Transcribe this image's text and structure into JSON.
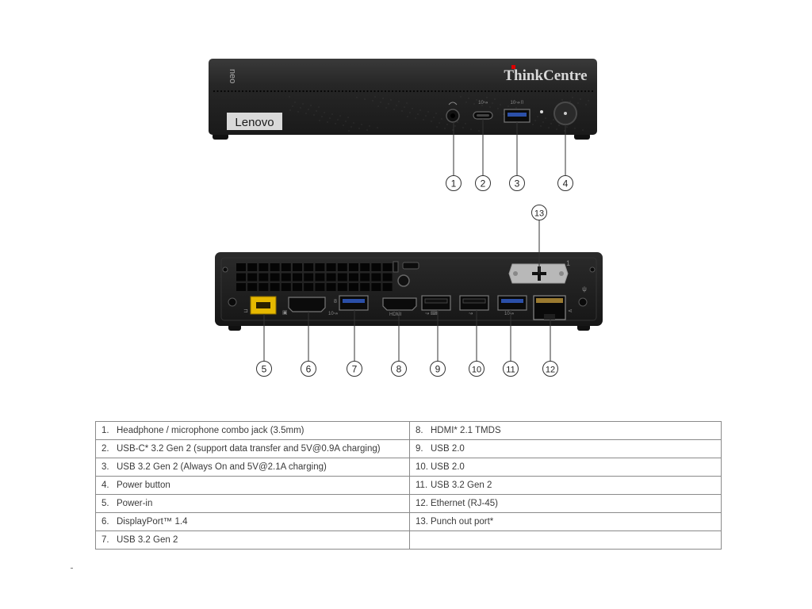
{
  "front": {
    "model_brand": "neo",
    "logo": "Lenovo",
    "series": "ThinkCentre",
    "port_glyphs": [
      "headset-icon",
      "usb-c-icon",
      "usb-a-icon",
      "power-button"
    ]
  },
  "rear": {
    "punch_out_index": "1"
  },
  "callouts": [
    "1",
    "2",
    "3",
    "4",
    "5",
    "6",
    "7",
    "8",
    "9",
    "10",
    "11",
    "12",
    "13"
  ],
  "legend": {
    "left": [
      {
        "num": "1.",
        "text": "Headphone / microphone combo jack (3.5mm)"
      },
      {
        "num": "2.",
        "text": "USB-C* 3.2 Gen 2 (support data transfer and 5V@0.9A charging)"
      },
      {
        "num": "3.",
        "text": "USB 3.2 Gen 2 (Always On and 5V@2.1A charging)"
      },
      {
        "num": "4.",
        "text": "Power button"
      },
      {
        "num": "5.",
        "text": "Power-in"
      },
      {
        "num": "6.",
        "text": "DisplayPort™ 1.4"
      },
      {
        "num": "7.",
        "text": "USB 3.2 Gen 2"
      }
    ],
    "right": [
      {
        "num": "8.",
        "text": "HDMI* 2.1 TMDS"
      },
      {
        "num": "9.",
        "text": "USB 2.0"
      },
      {
        "num": "10.",
        "text": "USB 2.0"
      },
      {
        "num": "11.",
        "text": "USB 3.2 Gen 2"
      },
      {
        "num": "12.",
        "text": "Ethernet (RJ-45)"
      },
      {
        "num": "13.",
        "text": "Punch out port*"
      },
      {
        "num": "",
        "text": ""
      }
    ]
  },
  "colors": {
    "chassis": "#1c1c1c",
    "chassis_top": "#2a2a2a",
    "power_in": "#e6b800",
    "punch_out": "#b5b5b5",
    "callout_line": "#333333"
  }
}
